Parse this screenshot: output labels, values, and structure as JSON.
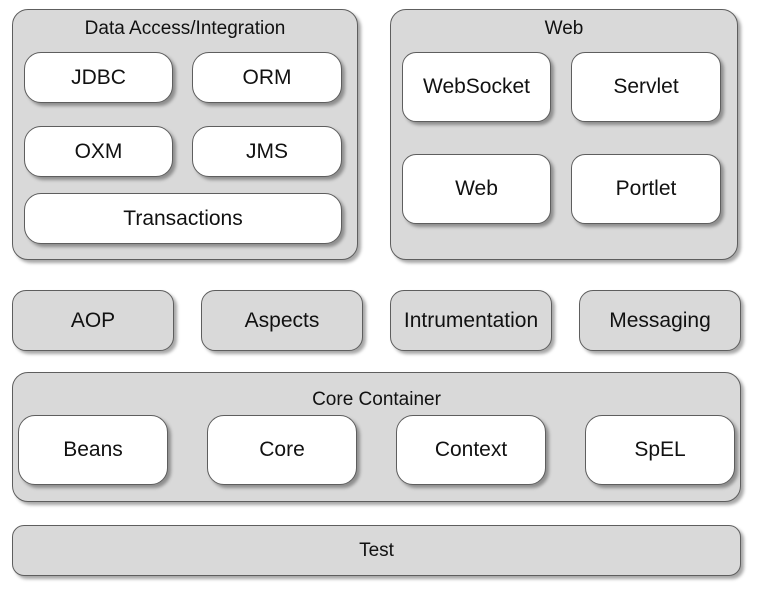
{
  "data_access": {
    "title": "Data Access/Integration",
    "jdbc": "JDBC",
    "orm": "ORM",
    "oxm": "OXM",
    "jms": "JMS",
    "transactions": "Transactions"
  },
  "web": {
    "title": "Web",
    "websocket": "WebSocket",
    "servlet": "Servlet",
    "web": "Web",
    "portlet": "Portlet"
  },
  "middle": {
    "aop": "AOP",
    "aspects": "Aspects",
    "instrumentation": "Intrumentation",
    "messaging": "Messaging"
  },
  "core_container": {
    "title": "Core Container",
    "beans": "Beans",
    "core": "Core",
    "context": "Context",
    "spel": "SpEL"
  },
  "test": {
    "label": "Test"
  },
  "colors": {
    "container_fill": "#d9d9d9",
    "module_fill": "#ffffff",
    "border": "#5e5e5e"
  }
}
